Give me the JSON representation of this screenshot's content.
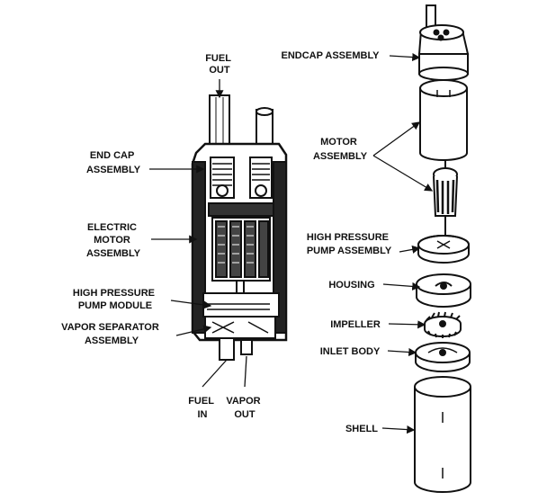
{
  "labels": {
    "fuel_out": [
      "FUEL",
      "OUT"
    ],
    "end_cap": [
      "END CAP",
      "ASSEMBLY"
    ],
    "electric_motor": [
      "ELECTRIC",
      "MOTOR",
      "ASSEMBLY"
    ],
    "hp_pump_module": [
      "HIGH PRESSURE",
      "PUMP MODULE"
    ],
    "vapor_separator": [
      "VAPOR SEPARATOR",
      "ASSEMBLY"
    ],
    "fuel_in": [
      "FUEL",
      "IN"
    ],
    "vapor_out": [
      "VAPOR",
      "OUT"
    ],
    "endcap_assembly": [
      "ENDCAP ASSEMBLY"
    ],
    "motor_assembly": [
      "MOTOR",
      "ASSEMBLY"
    ],
    "hp_pump_assembly": [
      "HIGH PRESSURE",
      "PUMP ASSEMBLY"
    ],
    "housing": [
      "HOUSING"
    ],
    "impeller": [
      "IMPELLER"
    ],
    "inlet_body": [
      "INLET BODY"
    ],
    "shell": [
      "SHELL"
    ]
  }
}
